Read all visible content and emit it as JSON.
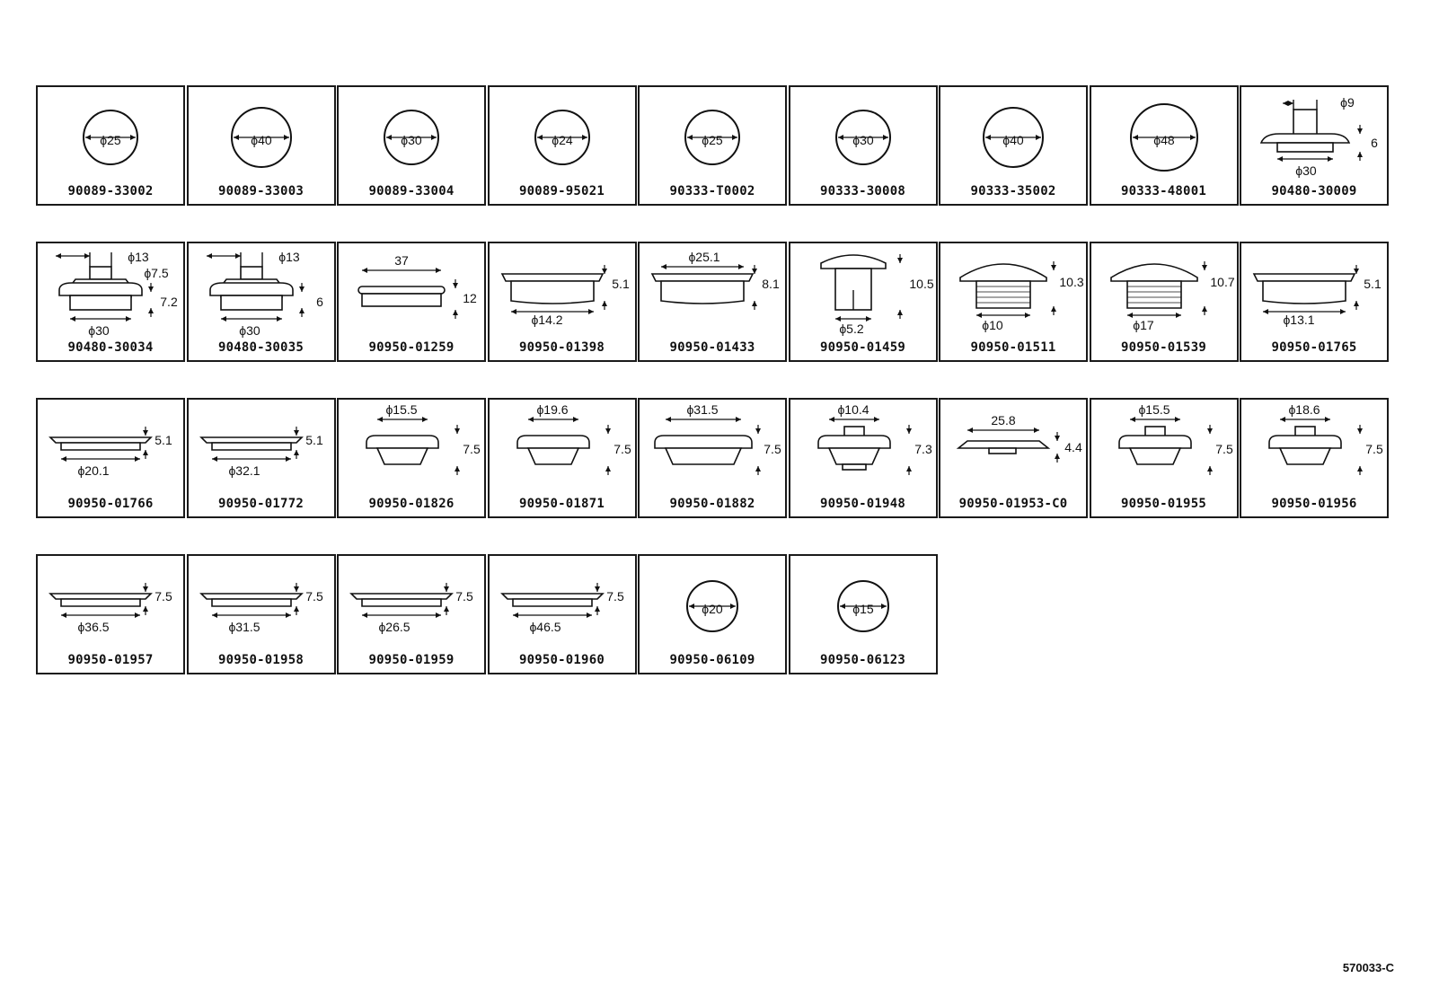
{
  "reference": "570033-C",
  "rows": [
    [
      {
        "part": "90089-33002",
        "kind": "circle",
        "d": "ϕ25"
      },
      {
        "part": "90089-33003",
        "kind": "circle",
        "d": "ϕ40"
      },
      {
        "part": "90089-33004",
        "kind": "circle",
        "d": "ϕ30"
      },
      {
        "part": "90089-95021",
        "kind": "circle",
        "d": "ϕ24"
      },
      {
        "part": "90333-T0002",
        "kind": "circle",
        "d": "ϕ25"
      },
      {
        "part": "90333-30008",
        "kind": "circle",
        "d": "ϕ30"
      },
      {
        "part": "90333-35002",
        "kind": "circle",
        "d": "ϕ40"
      },
      {
        "part": "90333-48001",
        "kind": "circle",
        "d": "ϕ48"
      },
      {
        "part": "90480-30009",
        "kind": "tophat",
        "d1": "ϕ9",
        "h": "6",
        "d2": "ϕ30"
      }
    ],
    [
      {
        "part": "90480-30034",
        "kind": "stepped",
        "d1": "ϕ13",
        "d2": "ϕ7.5",
        "h": "7.2",
        "d3": "ϕ30"
      },
      {
        "part": "90480-30035",
        "kind": "stepped2",
        "d1": "ϕ13",
        "h": "6",
        "d3": "ϕ30"
      },
      {
        "part": "90950-01259",
        "kind": "flat",
        "w": "37",
        "h": "12"
      },
      {
        "part": "90950-01398",
        "kind": "flange",
        "h": "5.1",
        "d": "ϕ14.2"
      },
      {
        "part": "90950-01433",
        "kind": "flange2",
        "d": "ϕ25.1",
        "h": "8.1"
      },
      {
        "part": "90950-01459",
        "kind": "mushroom",
        "h": "10.5",
        "d": "ϕ5.2"
      },
      {
        "part": "90950-01511",
        "kind": "dome",
        "h": "10.3",
        "d": "ϕ10"
      },
      {
        "part": "90950-01539",
        "kind": "dome2",
        "h": "10.7",
        "d": "ϕ17"
      },
      {
        "part": "90950-01765",
        "kind": "flange",
        "h": "5.1",
        "d": "ϕ13.1"
      }
    ],
    [
      {
        "part": "90950-01766",
        "kind": "thin",
        "h": "5.1",
        "d": "ϕ20.1"
      },
      {
        "part": "90950-01772",
        "kind": "thin",
        "h": "5.1",
        "d": "ϕ32.1"
      },
      {
        "part": "90950-01826",
        "kind": "cup",
        "d": "ϕ15.5",
        "h": "7.5"
      },
      {
        "part": "90950-01871",
        "kind": "cup",
        "d": "ϕ19.6",
        "h": "7.5"
      },
      {
        "part": "90950-01882",
        "kind": "cupwide",
        "d": "ϕ31.5",
        "h": "7.5"
      },
      {
        "part": "90950-01948",
        "kind": "cupknob",
        "d": "ϕ10.4",
        "h": "7.3"
      },
      {
        "part": "90950-01953-C0",
        "kind": "slim",
        "w": "25.8",
        "h": "4.4"
      },
      {
        "part": "90950-01955",
        "kind": "cupknob2",
        "d": "ϕ15.5",
        "h": "7.5"
      },
      {
        "part": "90950-01956",
        "kind": "cupknob2",
        "d": "ϕ18.6",
        "h": "7.5"
      }
    ],
    [
      {
        "part": "90950-01957",
        "kind": "thin",
        "h": "7.5",
        "d": "ϕ36.5"
      },
      {
        "part": "90950-01958",
        "kind": "thin",
        "h": "7.5",
        "d": "ϕ31.5"
      },
      {
        "part": "90950-01959",
        "kind": "thin",
        "h": "7.5",
        "d": "ϕ26.5"
      },
      {
        "part": "90950-01960",
        "kind": "thin",
        "h": "7.5",
        "d": "ϕ46.5"
      },
      {
        "part": "90950-06109",
        "kind": "circle",
        "d": "ϕ20"
      },
      {
        "part": "90950-06123",
        "kind": "circle",
        "d": "ϕ15"
      }
    ]
  ]
}
